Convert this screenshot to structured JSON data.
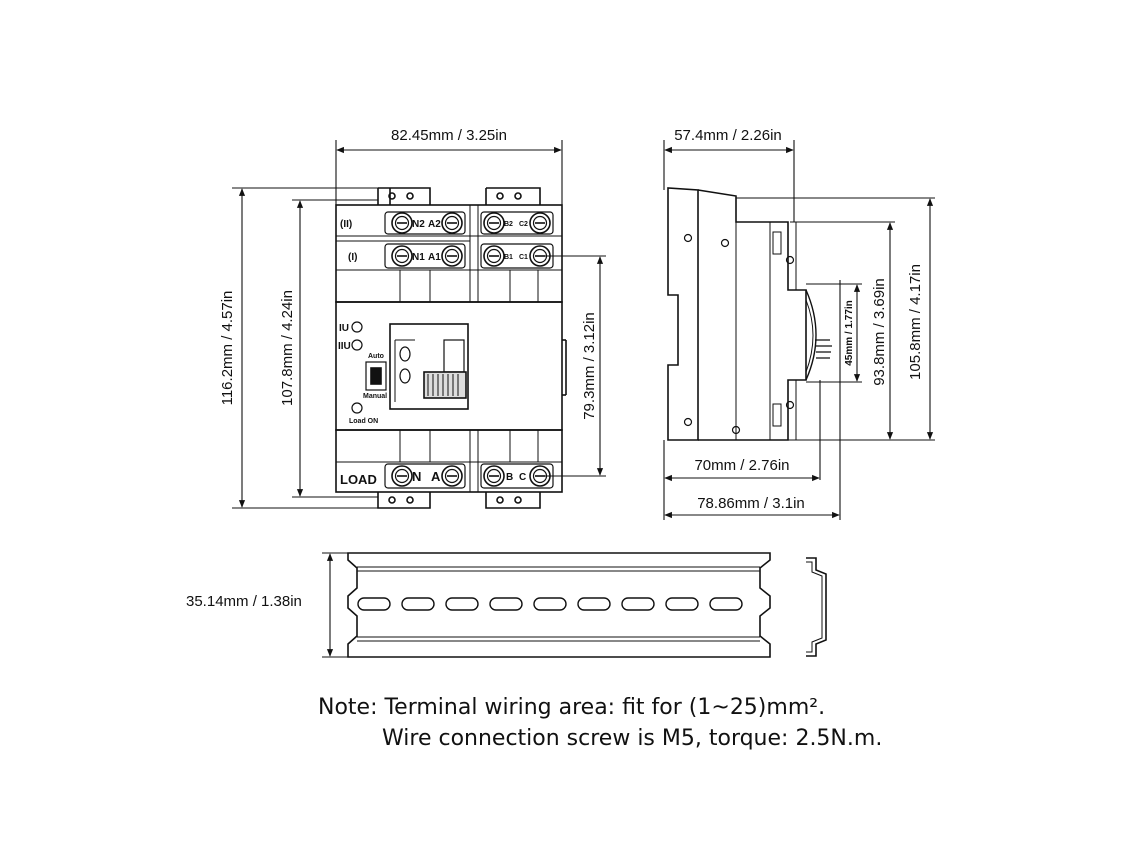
{
  "front_view": {
    "width_label": "82.45mm / 3.25in",
    "height_outer_label": "116.2mm / 4.57in",
    "height_inner_label": "107.8mm / 4.24in",
    "terminal_span_label": "79.3mm / 3.12in",
    "row2_tag": "(II)",
    "row1_tag": "(I)",
    "n2": "N2",
    "a2": "A2",
    "b2": "B2",
    "c2": "C2",
    "n1": "N1",
    "a1": "A1",
    "b1": "B1",
    "c1": "C1",
    "load": "LOAD",
    "n": "N",
    "a": "A",
    "b": "B",
    "c": "C",
    "iu": "IU",
    "iiu": "IIU",
    "auto": "Auto",
    "manual": "Manual",
    "load_on": "Load ON"
  },
  "side_view": {
    "top_width_label": "57.4mm / 2.26in",
    "height_105": "105.8mm / 4.17in",
    "height_93": "93.8mm / 3.69in",
    "height_45": "45mm / 1.77in",
    "depth_70": "70mm / 2.76in",
    "depth_78": "78.86mm / 3.1in"
  },
  "rail": {
    "height_label": "35.14mm / 1.38in"
  },
  "note": {
    "line1": "Note: Terminal wiring area: fit for (1~25)mm².",
    "line2": "Wire connection screw is M5, torque: 2.5N.m."
  }
}
